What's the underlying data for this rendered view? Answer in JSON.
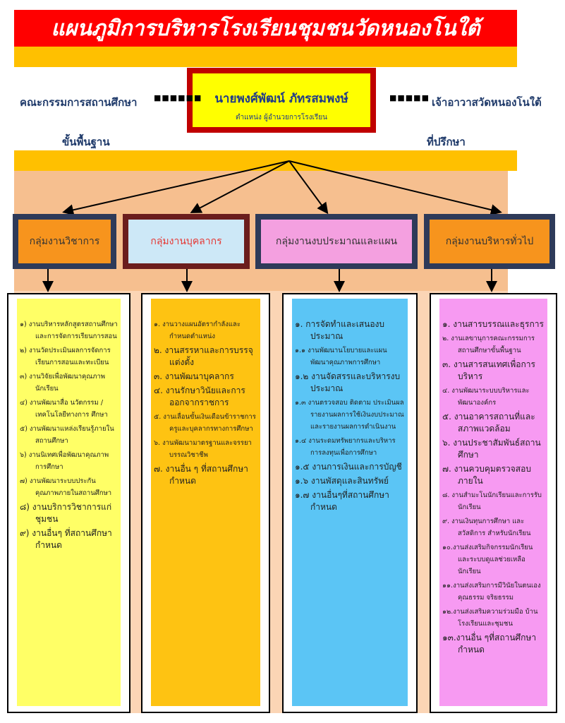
{
  "title": "แผนภูมิการบริหารโรงเรียนชุมชนวัดหนองโนใต้",
  "director": {
    "name": "นายพงศ์พัฒน์ ภัทรสมพงษ์",
    "position": "ตำแหน่ง ผู้อำนวยการโรงเรียน"
  },
  "left_committee": {
    "line1": "คณะกรรมการสถานศึกษา",
    "line2": "ขั้นพื้นฐาน",
    "dots": "■■■■■■"
  },
  "right_advisor": {
    "line1": "เจ้าอาวาสวัดหนองโนใต้",
    "line2": "ที่ปรึกษา",
    "dots": "■■■■■"
  },
  "groups": [
    {
      "label": "กลุ่มงานวิชาการ",
      "fill": "#f7941d",
      "border": "#2e3a59",
      "text": "#333333"
    },
    {
      "label": "กลุ่มงานบุคลากร",
      "fill": "#cde8f7",
      "border": "#6b1d1d",
      "text": "#e53935"
    },
    {
      "label": "กลุ่มงานงบประมาณและแผน",
      "fill": "#f4a0e0",
      "border": "#2e3a59",
      "text": "#333333"
    },
    {
      "label": "กลุ่มงานบริหารทั่วไป",
      "fill": "#f7941d",
      "border": "#2e3a59",
      "text": "#333333"
    }
  ],
  "columns": [
    {
      "fill": "#ffff66",
      "items": [
        "๑) งานบริหารหลักสูตรสถานศึกษาและการจัดการเรียนการสอน",
        "๒) งานวัดประเมินผลการจัดการเรียนการสอนและทะเบียน",
        "๓) งานวิจัยเพื่อพัฒนาคุณภาพนักเรียน",
        "๔) งานพัฒนาสื่อ นวัตกรรม /เทคโนโลยีทางการ ศึกษา",
        "๕) งานพัฒนาแหล่งเรียนรู้ภายในสถานศึกษา",
        "๖) งานนิเทศเพื่อพัฒนาคุณภาพการศึกษา",
        "๗) งานพัฒนาระบบประกันคุณภาพภายในสถานศึกษา",
        "๘) งานบริการวิชาการแก่ชุมชน",
        "๙) งานอื่นๆ ที่สถานศึกษากำหนด"
      ]
    },
    {
      "fill": "#fec312",
      "items": [
        "๑. งานวางแผนอัตรากำลังและกำหนดตำแหน่ง",
        "๒. งานสรรหาและการบรรจุแต่งตั้ง",
        "๓. งานพัฒนาบุคลากร",
        "๔. งานรักษาวินัยและการออกจากราชการ",
        "๕. งานเลื่อนขั้นเงินเดือนข้าราชการครูและบุคลากรทางการศึกษา",
        "๖. งานพัฒนามาตรฐานและจรรยาบรรณวิชาชีพ",
        "๗. งานอื่น ๆ ที่สถานศึกษากำหนด"
      ]
    },
    {
      "fill": "#5bc5f5",
      "items": [
        "๑. การจัดทำและเสนองบประมาณ",
        "๑.๑ งานพัฒนานโยบายและแผนพัฒนาคุณภาพการศึกษา",
        "๑.๒ งานจัดสรรและบริหารงบประมาณ",
        "๑.๓ งานตรวจสอบ ติดตาม ประเมินผล รายงานผลการใช้เงินงบประมาณและรายงานผลการดำเนินงาน",
        "๑.๔ งานระดมทรัพยากรและบริหารการลงทุนเพื่อการศึกษา",
        "๑.๕ งานการเงินและการบัญชี",
        "๑.๖ งานพัสดุและสินทรัพย์",
        "๑.๗ งานอื่นๆที่สถานศึกษากำหนด"
      ]
    },
    {
      "fill": "#f79af2",
      "items": [
        "๑. งานสารบรรณและธุรการ",
        "๒. งานเลขานุการคณะกรรมการสถานศึกษาขั้นพื้นฐาน",
        "๓. งานสารสนเทศเพื่อการบริหาร",
        "๔. งานพัฒนาระบบบริหารและพัฒนาองค์กร",
        "๕. งานอาคารสถานที่และสภาพแวดล้อม",
        "๖. งานประชาสัมพันธ์สถานศึกษา",
        "๗. งานควบคุมตรวจสอบภายใน",
        "๘. งานสำมะโนนักเรียนและการรับนักเรียน",
        "๙. งานเงินทุนการศึกษา และสวัสดิการ สำหรับนักเรียน",
        "๑๐.งานส่งเสริมกิจกรรมนักเรียนและระบบดูแลช่วยเหลือนักเรียน",
        "๑๑.งานส่งเสริมการมีวินัยในตนเอง คุณธรรม จริยธรรม",
        "๑๒.งานส่งเสริมความร่วมมือ บ้าน โรงเรียนและชุมชน",
        "๑๓.งานอื่น ๆที่สถานศึกษากำหนด"
      ]
    }
  ]
}
